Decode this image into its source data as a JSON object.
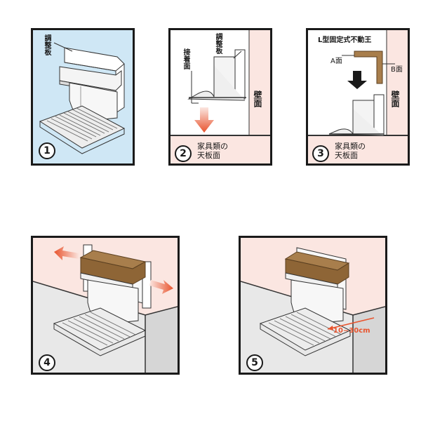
{
  "steps": [
    {
      "number": "1",
      "labels": {
        "adjust_plate": "調整板"
      }
    },
    {
      "number": "2",
      "labels": {
        "adjust_plate": "調整板",
        "bond_surface": "接着面",
        "wall": "壁面",
        "caption_l1": "家具類の",
        "caption_l2": "天板面"
      }
    },
    {
      "number": "3",
      "labels": {
        "bracket": "L型固定式不動王",
        "face_a": "A面",
        "face_b": "B面",
        "wall": "壁面",
        "caption_l1": "家具類の",
        "caption_l2": "天板面"
      }
    },
    {
      "number": "4"
    },
    {
      "number": "5",
      "labels": {
        "gap": "10~30cm"
      }
    }
  ],
  "colors": {
    "panel1_bg": "#cfe7f5",
    "wall": "#fbe6e1",
    "arrow_red": "#e8542e",
    "bracket_brown": "#a87e4c",
    "dark": "#1a1a1a"
  }
}
